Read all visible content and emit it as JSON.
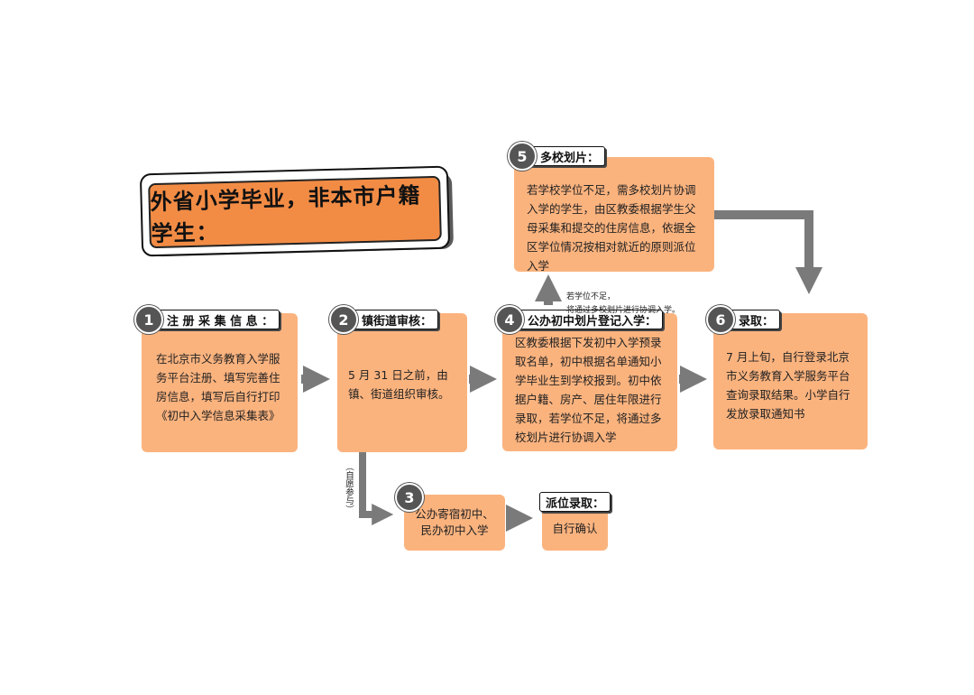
{
  "title": "外省小学毕业，非本市户籍学生：",
  "steps": [
    {
      "num": "1",
      "label": "注 册 采 集 信 息 ：",
      "text": "在北京市义务教育入学服务平台注册、填写完善住房信息，填写后自行打印《初中入学信息采集表》"
    },
    {
      "num": "2",
      "label": "镇街道审核：",
      "text": "5 月 31 日之前，由镇、街道组织审核。"
    },
    {
      "num": "3",
      "label": "",
      "text": "公办寄宿初中、民办初中入学"
    },
    {
      "num": "4",
      "label": "公办初中划片登记入学：",
      "text": "区教委根据下发初中入学预录取名单，初中根据名单通知小学毕业生到学校报到。初中依据户籍、房产、居住年限进行录取，若学位不足，将通过多校划片进行协调入学"
    },
    {
      "num": "5",
      "label": "多校划片：",
      "text": "若学校学位不足，需多校划片协调入学的学生，由区教委根据学生父母采集和提交的住房信息，依据全区学位情况按相对就近的原则派位入学"
    },
    {
      "num": "6",
      "label": "录取：",
      "text": "7 月上旬，自行登录北京市义务教育入学服务平台查询录取结果。小学自行发放录取通知书"
    }
  ],
  "assignment": {
    "label": "派位录取：",
    "text": "自行确认"
  },
  "notes": {
    "shortage": "若学位不足，\n将通过多校划片进行协调入学。",
    "voluntary": "（自愿参与）"
  },
  "colors": {
    "box": "#fbb37e",
    "title": "#f28c45",
    "arrow": "#7a7a7a"
  }
}
